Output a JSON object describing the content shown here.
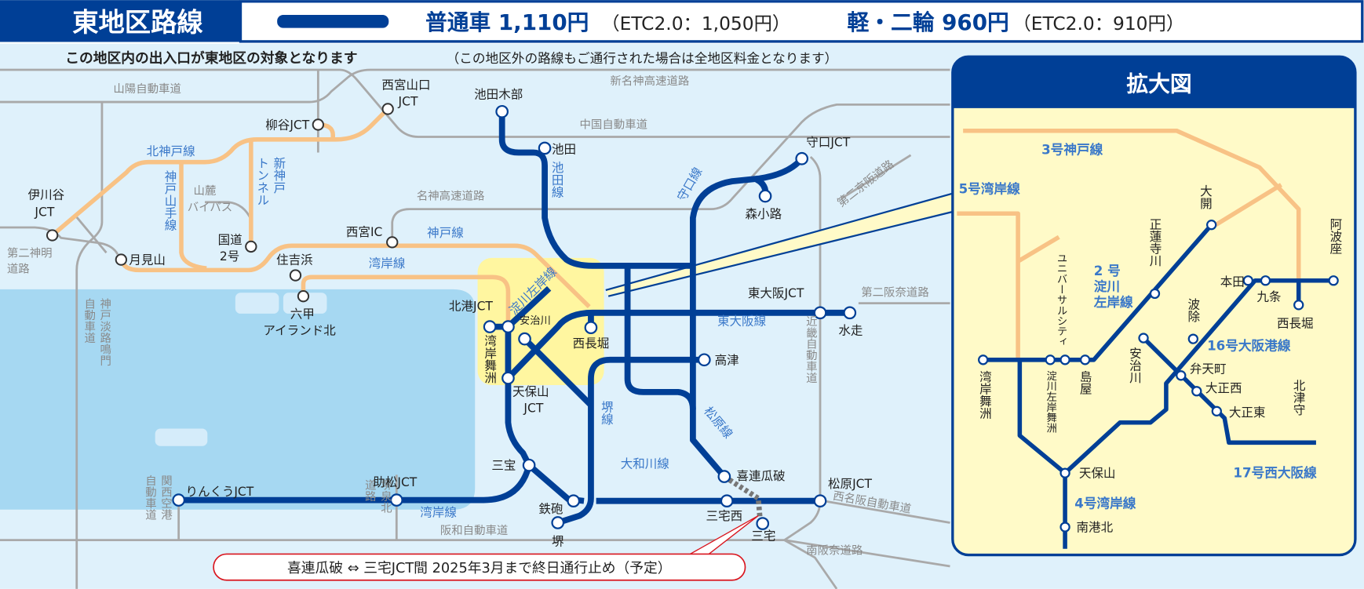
{
  "header": {
    "title": "東地区路線",
    "regular_label": "普通車 1,110円",
    "regular_etc": "（ETC2.0：1,050円）",
    "light_label": "軽・二輪 960円",
    "light_etc": "（ETC2.0：910円）"
  },
  "subheader": {
    "bold": "この地区内の出入口が東地区の対象となります",
    "note": "（この地区外の路線もご通行された場合は全地区料金となります）"
  },
  "colors": {
    "target_route": "#003f96",
    "other_route": "#f8c285",
    "road": "#a9a9a9",
    "highlight": "#fff6a0",
    "closure": "#d9151e"
  },
  "roads": {
    "sanyo": "山陽自動車道",
    "shinmeishin": "新名神高速道路",
    "chugoku": "中国自動車道",
    "meishin": "名神高速道路",
    "daini_keihan": "第二京阪道路",
    "daini_hanna": "第二阪奈道路",
    "kinki": "近畿自動車道",
    "nishimeihan": "西名阪自動車道",
    "hanwa": "阪和自動車道",
    "minami_hanna": "南阪奈道路",
    "daini_shinmei": [
      "第二神明",
      "道路"
    ],
    "kobe_awaji": [
      "神戸淡路鳴門",
      "自動車道"
    ],
    "kanku": [
      "関西空港",
      "自動車道"
    ],
    "senboku": [
      "堺泉北",
      "道路"
    ],
    "sanroku": [
      "山麓",
      "バイパス"
    ]
  },
  "routes": {
    "kita_kobe": "北神戸線",
    "kobe_yamate": "神戸山手線",
    "shinkobe_tunnel": [
      "新神戸",
      "トンネル"
    ],
    "kobe": "神戸線",
    "wangan_north": "湾岸線",
    "ikeda": "池田線",
    "moriguchi": "守口線",
    "higashi_osaka": "東大阪線",
    "sakai": "堺線",
    "matsubara": "松原線",
    "yamatogawa": "大和川線",
    "wangan_south": "湾岸線",
    "yodogawa": "淀川左岸線"
  },
  "stations": {
    "nishinomiya_yamaguchi": [
      "西宮山口",
      "JCT"
    ],
    "ikeda_kibe": "池田木部",
    "yanagitani": "柳谷JCT",
    "ikeda": "池田",
    "moriguchi_jct": "守口JCT",
    "morishoji": "森小路",
    "ikawadani": [
      "伊川谷",
      "JCT"
    ],
    "tsukimiyama": "月見山",
    "kokudo2": [
      "国道",
      "2号"
    ],
    "nishinomiya_ic": "西宮IC",
    "sumiyoshihama": "住吉浜",
    "rokko": [
      "六甲",
      "アイランド北"
    ],
    "hokko": "北港JCT",
    "ajikawa": "安治川",
    "nishinagahori": "西長堀",
    "higashi_osaka_jct": "東大阪JCT",
    "mizuhai": "水走",
    "kozu": "高津",
    "wangan_maishima": "湾岸舞洲",
    "tempozan": [
      "天保山",
      "JCT"
    ],
    "sanpo": "三宝",
    "teppo": "鉄砲",
    "sakai": "堺",
    "kireuriwari": "喜連瓜破",
    "miyakenishi": "三宅西",
    "miyake": "三宅",
    "matsubara_jct": "松原JCT",
    "sukematsu": "助松JCT",
    "rinku": "りんくうJCT"
  },
  "notice": "喜連瓜破 ⇔ 三宅JCT間  2025年3月まで終日通行止め（予定）",
  "inset": {
    "title": "拡大図",
    "routes": {
      "r3": "3号神戸線",
      "r5": "5号湾岸線",
      "r2": [
        "2 号",
        "淀川",
        "左岸線"
      ],
      "r16": "16号大阪港線",
      "r17": "17号西大阪線",
      "r4": "4号湾岸線"
    },
    "stations": {
      "daikai": "大開",
      "shorenjigawa": "正蓮寺川",
      "universal": "ユニバーサルシティ",
      "naminoyoke": "波除",
      "honden": "本田",
      "kujo": "九条",
      "awaza": "阿波座",
      "nishinagahori": "西長堀",
      "ajikawa": "安治川",
      "bentencho": "弁天町",
      "taisho_nishi": "大正西",
      "taisho_higashi": "大正東",
      "kitatsumori": "北津守",
      "wangan_maishima": "湾岸舞洲",
      "yodogawa_maishima": "淀川左岸舞洲",
      "shimaya": "島屋",
      "tempozan": "天保山",
      "nankokita": "南港北"
    }
  }
}
